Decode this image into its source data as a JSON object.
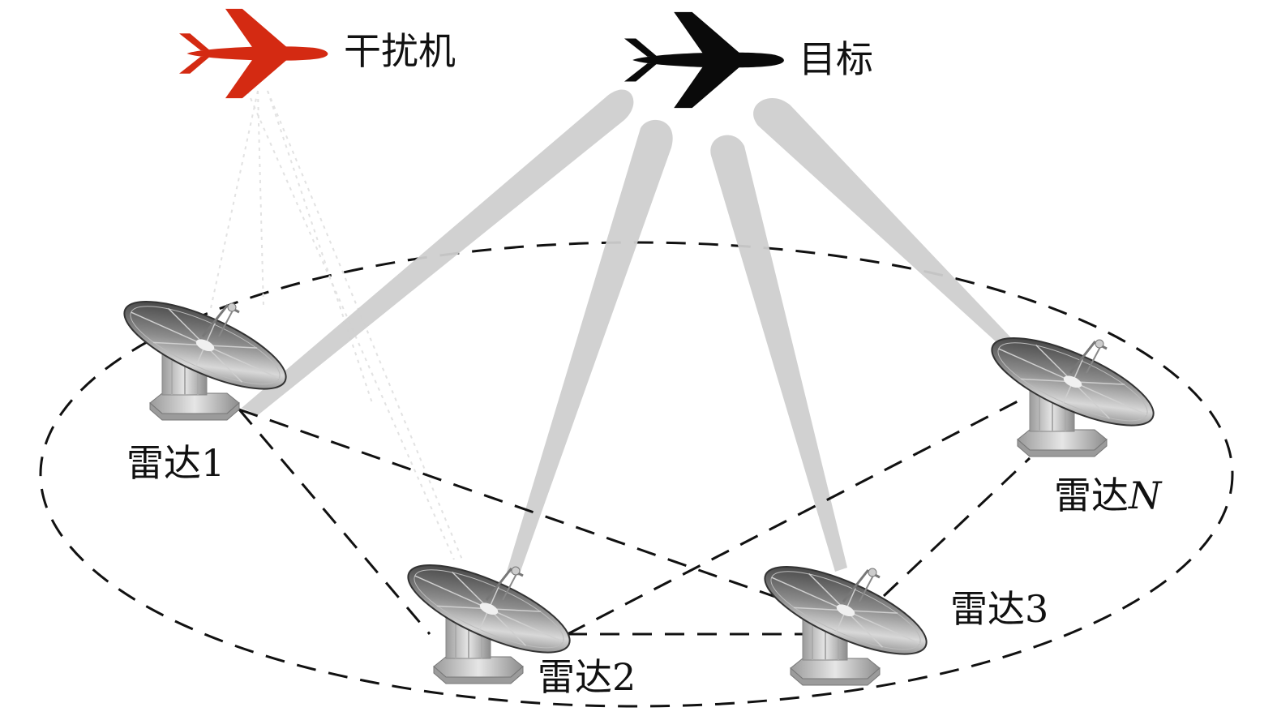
{
  "labels": {
    "jammer": "干扰机",
    "target": "目标",
    "radar1": "雷达1",
    "radar2": "雷达2",
    "radar3": "雷达3",
    "radarN_prefix": "雷达",
    "radarN_suffix": "N"
  },
  "icons": {
    "jammer": "airplane-icon",
    "target": "airplane-icon",
    "radar": "radar-dish-icon"
  },
  "colors": {
    "jammer": "#d42a12",
    "target": "#0a0a0a",
    "beam": "#cfcfcf",
    "dashed_line": "#111111"
  }
}
